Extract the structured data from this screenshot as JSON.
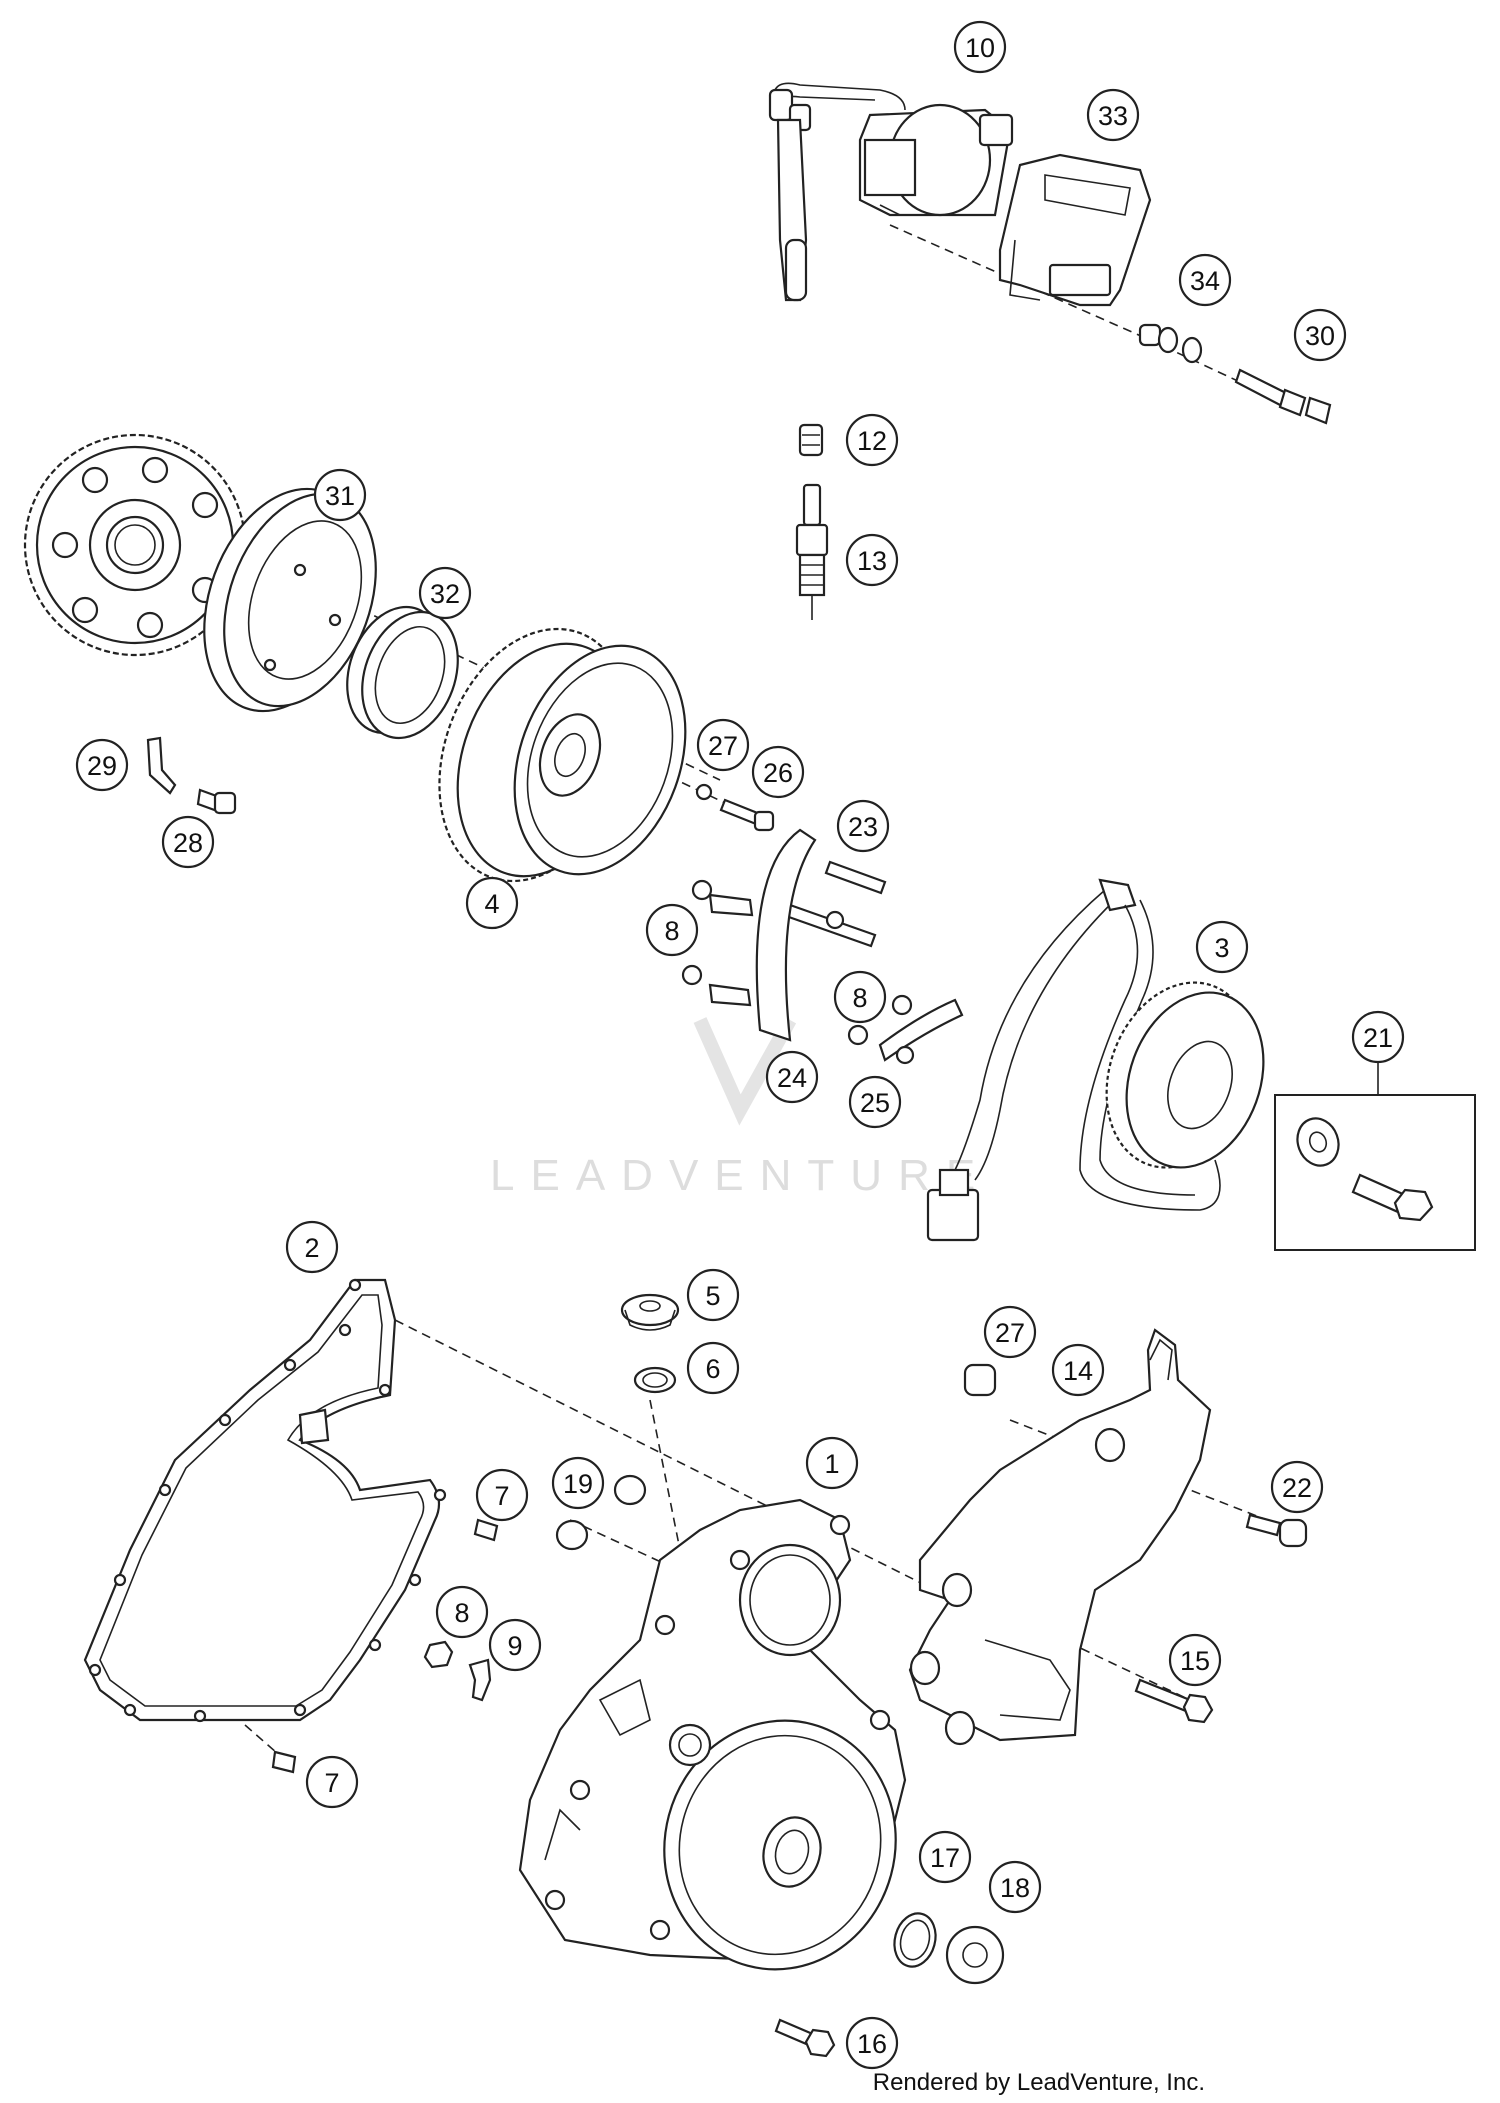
{
  "callouts": {
    "c10": "10",
    "c33": "33",
    "c34": "34",
    "c30": "30",
    "c12": "12",
    "c13": "13",
    "c31": "31",
    "c32": "32",
    "c29": "29",
    "c28": "28",
    "c27a": "27",
    "c26": "26",
    "c4": "4",
    "c23": "23",
    "c8a": "8",
    "c3": "3",
    "c21": "21",
    "c8b": "8",
    "c24": "24",
    "c25": "25",
    "c2": "2",
    "c5": "5",
    "c6": "6",
    "c27b": "27",
    "c14": "14",
    "c1": "1",
    "c7a": "7",
    "c19": "19",
    "c22": "22",
    "c8c": "8",
    "c9": "9",
    "c15": "15",
    "c7b": "7",
    "c17": "17",
    "c18": "18",
    "c16": "16"
  },
  "watermark": "LEADVENTURE",
  "footer": "Rendered by LeadVenture, Inc.",
  "colors": {
    "line": "#222222",
    "watermark": "#dddddd",
    "background": "#ffffff"
  }
}
